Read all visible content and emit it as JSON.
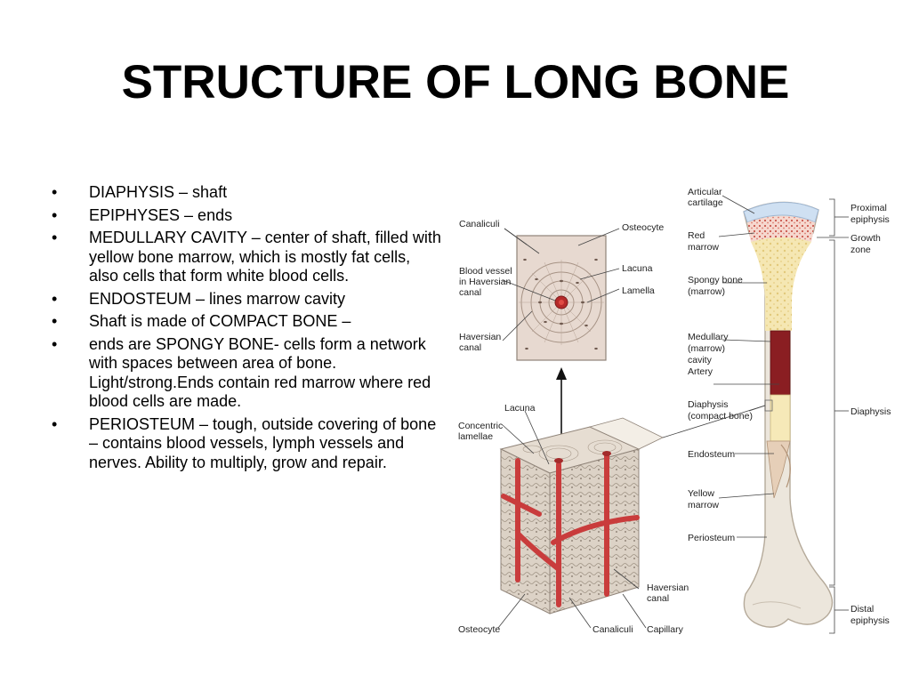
{
  "slide": {
    "title": "STRUCTURE OF LONG BONE",
    "bullets": [
      "DIAPHYSIS – shaft",
      "EPIPHYSES – ends",
      "MEDULLARY CAVITY – center of shaft, filled with yellow bone marrow, which is mostly fat cells, also cells that form white blood cells.",
      "ENDOSTEUM – lines marrow cavity",
      "Shaft is made of COMPACT BONE –",
      "ends are SPONGY BONE- cells form a network with spaces between area of bone. Light/strong.Ends contain red marrow where red blood cells are made.",
      "PERIOSTEUM – tough, outside covering of bone – contains blood vessels, lymph vessels and nerves. Ability to multiply, grow and repair."
    ],
    "bullet_symbol": "•"
  },
  "figure": {
    "osteon_labels": {
      "canaliculi": "Canaliculi",
      "osteocyte": "Osteocyte",
      "blood_vessel_1": "Blood vessel",
      "blood_vessel_2": "in Haversian",
      "blood_vessel_3": "canal",
      "lacuna": "Lacuna",
      "lamella": "Lamella",
      "haversian_canal_1": "Haversian",
      "haversian_canal_2": "canal"
    },
    "block_labels": {
      "lacuna": "Lacuna",
      "concentric_1": "Concentric",
      "concentric_2": "lamellae",
      "haversian_canal_1": "Haversian",
      "haversian_canal_2": "canal",
      "osteocyte": "Osteocyte",
      "canaliculi": "Canaliculi",
      "capillary": "Capillary"
    },
    "bone_left_labels": {
      "articular_1": "Articular",
      "articular_2": "cartilage",
      "red_marrow_1": "Red",
      "red_marrow_2": "marrow",
      "spongy_1": "Spongy bone",
      "spongy_2": "(marrow)",
      "medullary_1": "Medullary",
      "medullary_2": "(marrow)",
      "medullary_3": "cavity",
      "artery": "Artery",
      "diaphysis_compact_1": "Diaphysis",
      "diaphysis_compact_2": "(compact bone)",
      "endosteum": "Endosteum",
      "yellow_marrow_1": "Yellow",
      "yellow_marrow_2": "marrow",
      "periosteum": "Periosteum"
    },
    "bone_right_labels": {
      "proximal_1": "Proximal",
      "proximal_2": "epiphysis",
      "growth_1": "Growth",
      "growth_2": "zone",
      "diaphysis": "Diaphysis",
      "distal_1": "Distal",
      "distal_2": "epiphysis"
    },
    "colors": {
      "bone": "#ece6dc",
      "bone_outline": "#b5aa9a",
      "cartilage": "#cfe0f2",
      "red_marrow": "#e8a59a",
      "spongy": "#f3e3a8",
      "medullary": "#8a1e22",
      "yellow_marrow": "#f6e9b8",
      "vessel": "#d3474a",
      "osteon_fill": "#e7d9d0"
    }
  }
}
